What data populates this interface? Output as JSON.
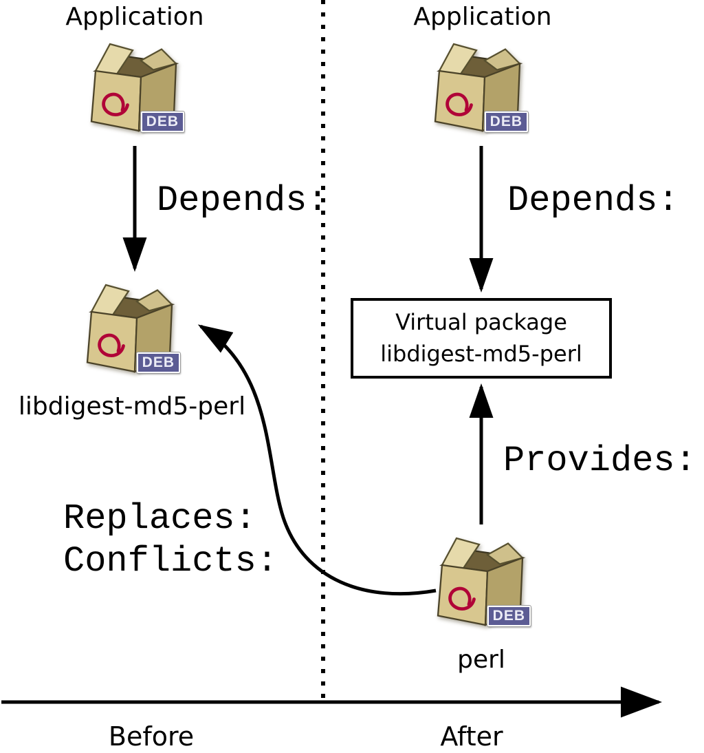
{
  "left": {
    "application_label": "Application",
    "depends_label": "Depends:",
    "package_label": "libdigest-md5-perl",
    "replaces_label": "Replaces:",
    "conflicts_label": "Conflicts:"
  },
  "right": {
    "application_label": "Application",
    "depends_label": "Depends:",
    "virtual_package_line1": "Virtual package",
    "virtual_package_line2": "libdigest-md5-perl",
    "provides_label": "Provides:",
    "package_label": "perl"
  },
  "axis": {
    "before_label": "Before",
    "after_label": "After"
  },
  "icons": {
    "deb_badge": "DEB"
  },
  "colors": {
    "debian_red": "#b00437",
    "box_front": "#d8c78f",
    "box_side": "#b3a269",
    "box_flap": "#e6daab",
    "badge_background": "#5c5c94",
    "line_color": "#000000"
  }
}
